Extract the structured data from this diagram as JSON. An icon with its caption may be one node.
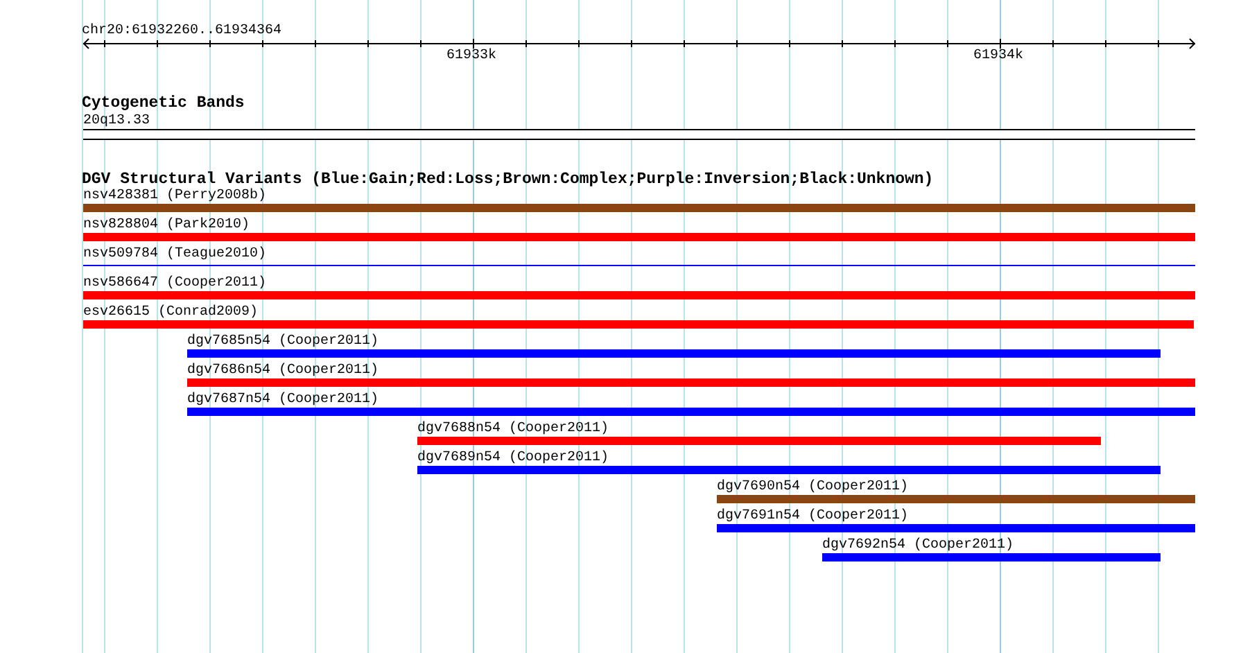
{
  "diagram": {
    "nodes": [
      {
        "text": [
          "20q13.33"
        ]
      },
      {
        "text": [
          "nsv428381 (Perry2008b)"
        ]
      },
      {
        "text": [
          "nsv828804 (Park2010)"
        ]
      },
      {
        "text": [
          "nsv509784 (Teague2010)"
        ]
      },
      {
        "text": [
          "nsv586647 (Cooper2011)"
        ]
      },
      {
        "text": [
          "esv26615 (Conrad2009)"
        ]
      },
      {
        "text": [
          "dgv7685n54 (Cooper2011)"
        ]
      },
      {
        "text": [
          "dgv7686n54 (Cooper2011)"
        ]
      },
      {
        "text": [
          "dgv7687n54 (Cooper2011)"
        ]
      },
      {
        "text": [
          "dgv7688n54 (Cooper2011)"
        ]
      },
      {
        "text": [
          "dgv7689n54 (Cooper2011)"
        ]
      },
      {
        "text": [
          "dgv7690n54 (Cooper2011)"
        ]
      },
      {
        "text": [
          "dgv7691n54 (Cooper2011)"
        ]
      },
      {
        "text": [
          "dgv7692n54 (Cooper2011)"
        ]
      }
    ],
    "labels": [
      "chr20:61932260..61934364",
      "61933k",
      "61934k",
      "Cytogenetic Bands",
      "DGV Structural Variants (Blue:Gain;Red:Loss;Brown:Complex;Purple:Inversion;Black:Unknown)"
    ]
  }
}
